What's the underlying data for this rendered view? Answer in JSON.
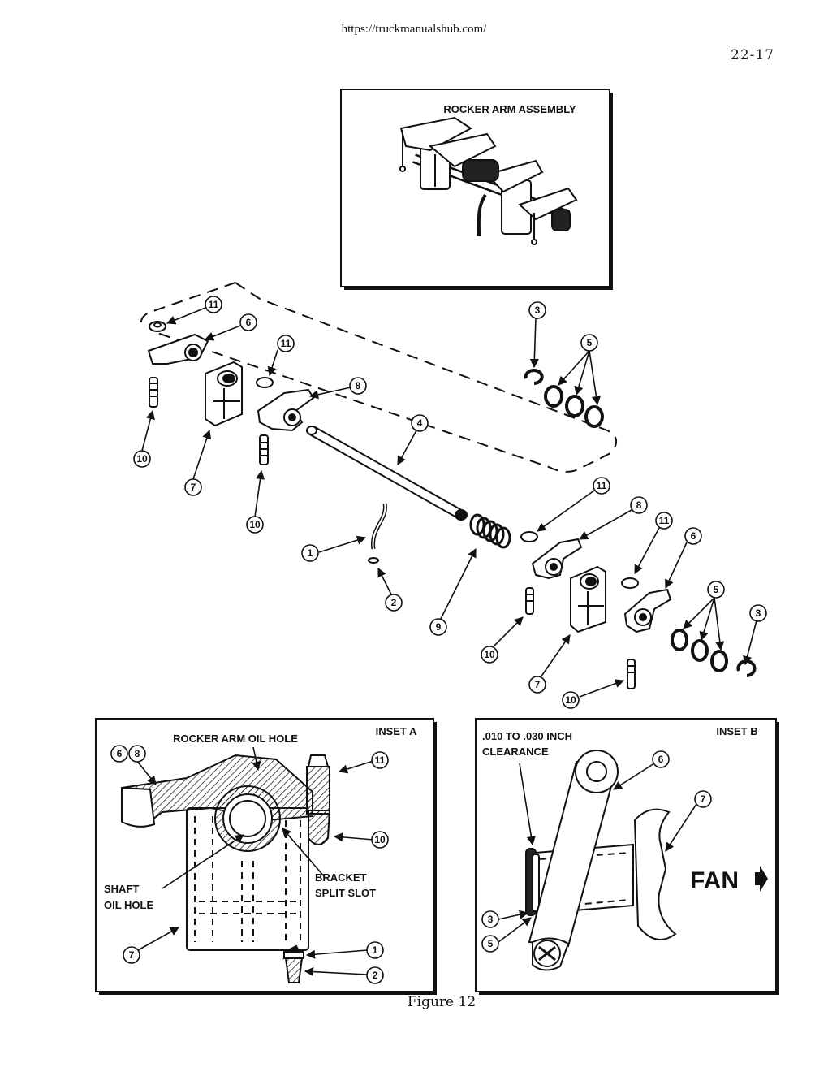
{
  "header": {
    "url": "https://truckmanualshub.com/",
    "page_number": "22-17"
  },
  "assembly_box": {
    "title": "ROCKER ARM ASSEMBLY"
  },
  "callouts": {
    "n1": "1",
    "n2": "2",
    "n3": "3",
    "n4": "4",
    "n5": "5",
    "n6": "6",
    "n7": "7",
    "n8": "8",
    "n9": "9",
    "n10": "10",
    "n11": "11"
  },
  "inset_a": {
    "title": "INSET A",
    "rocker_arm_oil_hole": "ROCKER ARM OIL HOLE",
    "shaft_line1": "SHAFT",
    "shaft_line2": "OIL HOLE",
    "bracket_line1": "BRACKET",
    "bracket_line2": "SPLIT SLOT"
  },
  "inset_b": {
    "title": "INSET B",
    "clearance_line1": ".010 TO .030 INCH",
    "clearance_line2": "CLEARANCE",
    "fan": "FAN"
  },
  "figure_caption": "Figure 12"
}
